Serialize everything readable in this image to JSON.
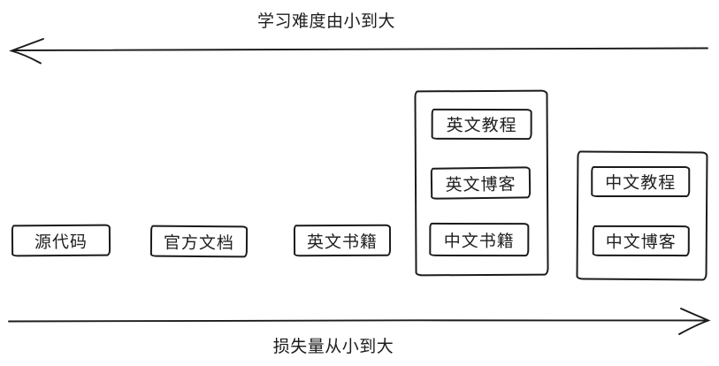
{
  "diagram": {
    "top_arrow": {
      "label": "学习难度由小到大",
      "direction": "left"
    },
    "bottom_arrow": {
      "label": "损失量从小到大",
      "direction": "right"
    },
    "nodes": [
      {
        "label": "源代码"
      },
      {
        "label": "官方文档"
      },
      {
        "label": "英文书籍"
      }
    ],
    "groups": [
      {
        "items": [
          {
            "label": "英文教程"
          },
          {
            "label": "英文博客"
          },
          {
            "label": "中文书籍"
          }
        ]
      },
      {
        "items": [
          {
            "label": "中文教程"
          },
          {
            "label": "中文博客"
          }
        ]
      }
    ],
    "colors": {
      "stroke": "#1b1b1b",
      "background": "#ffffff"
    }
  }
}
